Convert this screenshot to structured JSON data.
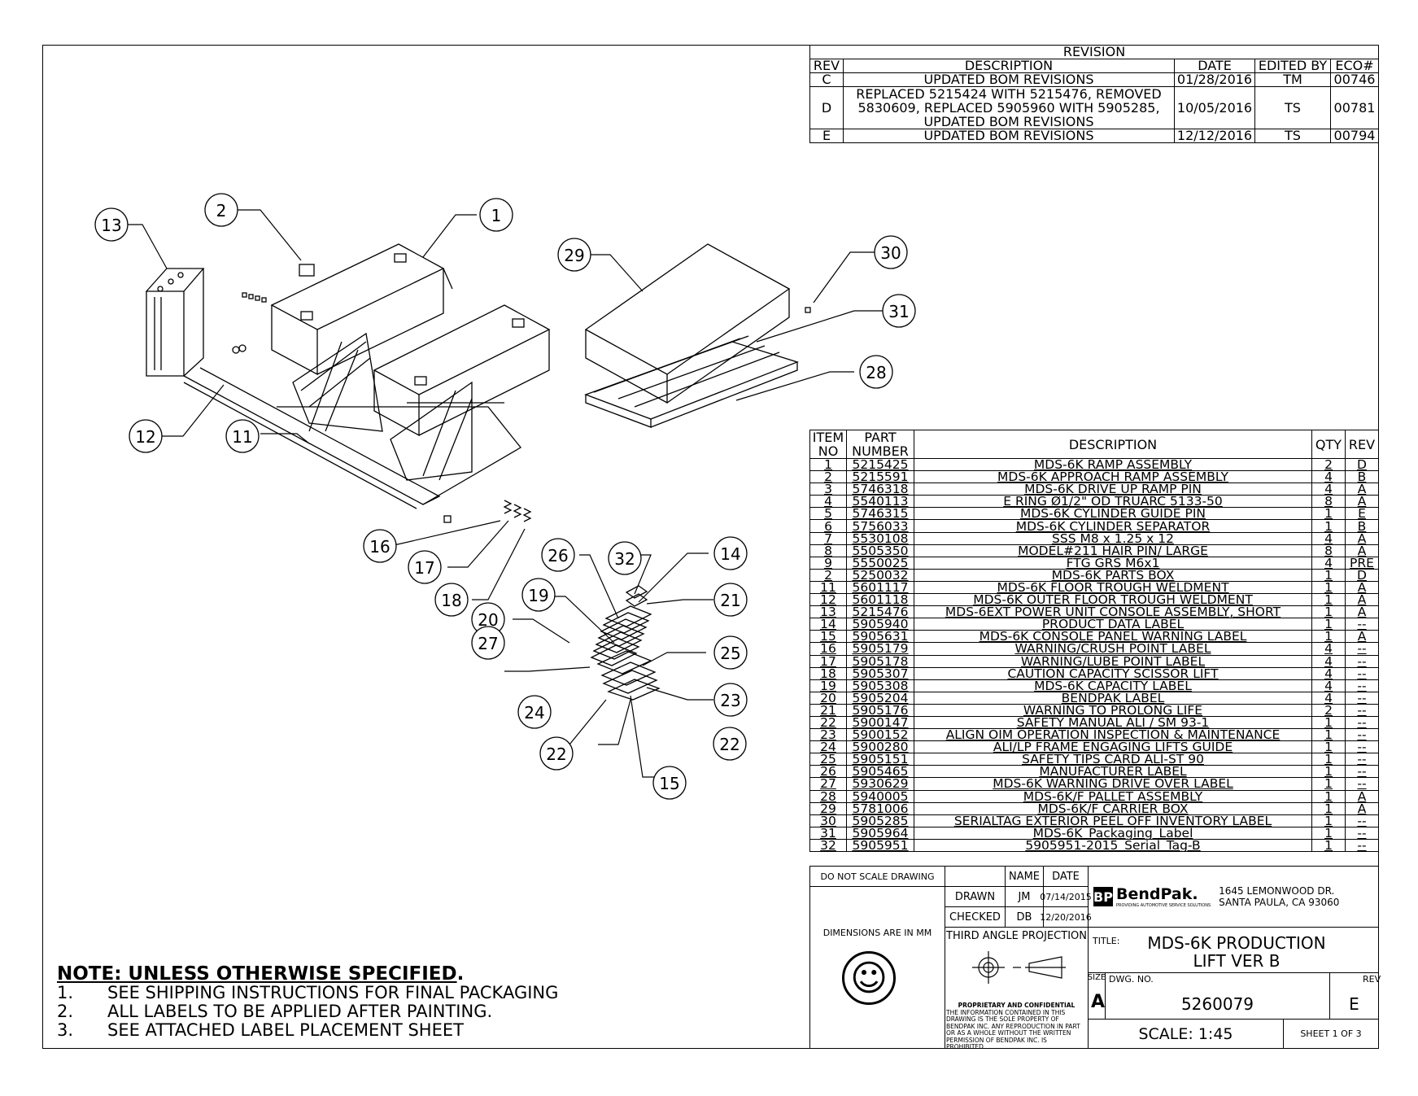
{
  "revision": {
    "title": "REVISION",
    "headers": {
      "rev": "REV",
      "description": "DESCRIPTION",
      "date": "DATE",
      "edited_by": "EDITED BY",
      "eco": "ECO#"
    },
    "rows": [
      {
        "rev": "C",
        "description": "UPDATED BOM REVISIONS",
        "date": "01/28/2016",
        "edited_by": "TM",
        "eco": "00746"
      },
      {
        "rev": "D",
        "description": "REPLACED 5215424 WITH 5215476, REMOVED 5830609, REPLACED 5905960 WITH 5905285, UPDATED BOM REVISIONS",
        "date": "10/05/2016",
        "edited_by": "TS",
        "eco": "00781"
      },
      {
        "rev": "E",
        "description": "UPDATED BOM REVISIONS",
        "date": "12/12/2016",
        "edited_by": "TS",
        "eco": "00794"
      }
    ]
  },
  "bom": {
    "headers": {
      "item_no_1": "ITEM",
      "item_no_2": "NO",
      "part_1": "PART",
      "part_2": "NUMBER",
      "description": "DESCRIPTION",
      "qty": "QTY",
      "rev": "REV"
    },
    "rows": [
      {
        "item": "1",
        "part": "5215425",
        "description": "MDS-6K RAMP ASSEMBLY",
        "qty": "2",
        "rev": "D"
      },
      {
        "item": "2",
        "part": "5215591",
        "description": "MDS-6K APPROACH RAMP ASSEMBLY",
        "qty": "4",
        "rev": "B"
      },
      {
        "item": "3",
        "part": "5746318",
        "description": "MDS-6K DRIVE UP RAMP PIN",
        "qty": "4",
        "rev": "A"
      },
      {
        "item": "4",
        "part": "5540113",
        "description": "E RING Ø1/2\" OD TRUARC 5133-50",
        "qty": "8",
        "rev": "A"
      },
      {
        "item": "5",
        "part": "5746315",
        "description": "MDS-6K CYLINDER GUIDE PIN",
        "qty": "1",
        "rev": "E"
      },
      {
        "item": "6",
        "part": "5756033",
        "description": "MDS-6K CYLINDER SEPARATOR",
        "qty": "1",
        "rev": "B"
      },
      {
        "item": "7",
        "part": "5530108",
        "description": "SSS M8 x 1.25 x 12",
        "qty": "4",
        "rev": "A"
      },
      {
        "item": "8",
        "part": "5505350",
        "description": "MODEL#211 HAIR PIN/ LARGE",
        "qty": "8",
        "rev": "A"
      },
      {
        "item": "9",
        "part": "5550025",
        "description": "FTG GRS M6x1",
        "qty": "4",
        "rev": "PRE"
      },
      {
        "item": "2",
        "part": "5250032",
        "description": "MDS-6K PARTS BOX",
        "qty": "1",
        "rev": "D"
      },
      {
        "item": "11",
        "part": "5601117",
        "description": "MDS-6K FLOOR TROUGH WELDMENT",
        "qty": "1",
        "rev": "A"
      },
      {
        "item": "12",
        "part": "5601118",
        "description": "MDS-6K OUTER FLOOR TROUGH WELDMENT",
        "qty": "1",
        "rev": "A"
      },
      {
        "item": "13",
        "part": "5215476",
        "description": "MDS-6EXT POWER UNIT CONSOLE ASSEMBLY, SHORT",
        "qty": "1",
        "rev": "A"
      },
      {
        "item": "14",
        "part": "5905940",
        "description": "PRODUCT DATA LABEL",
        "qty": "1",
        "rev": "--"
      },
      {
        "item": "15",
        "part": "5905631",
        "description": "MDS-6K CONSOLE PANEL WARNING LABEL",
        "qty": "1",
        "rev": "A"
      },
      {
        "item": "16",
        "part": "5905179",
        "description": "WARNING/CRUSH POINT LABEL",
        "qty": "4",
        "rev": "--"
      },
      {
        "item": "17",
        "part": "5905178",
        "description": "WARNING/LUBE POINT LABEL",
        "qty": "4",
        "rev": "--"
      },
      {
        "item": "18",
        "part": "5905307",
        "description": "CAUTION CAPACITY SCISSOR LIFT",
        "qty": "4",
        "rev": "--"
      },
      {
        "item": "19",
        "part": "5905308",
        "description": "MDS-6K CAPACITY LABEL",
        "qty": "4",
        "rev": "--"
      },
      {
        "item": "20",
        "part": "5905204",
        "description": "BENDPAK LABEL",
        "qty": "4",
        "rev": "--"
      },
      {
        "item": "21",
        "part": "5905176",
        "description": "WARNING TO PROLONG LIFE",
        "qty": "2",
        "rev": "--"
      },
      {
        "item": "22",
        "part": "5900147",
        "description": "SAFETY MANUAL ALI / SM 93-1",
        "qty": "1",
        "rev": "--"
      },
      {
        "item": "23",
        "part": "5900152",
        "description": "ALIGN OIM OPERATION INSPECTION & MAINTENANCE",
        "qty": "1",
        "rev": "--"
      },
      {
        "item": "24",
        "part": "5900280",
        "description": "ALI/LP FRAME ENGAGING LIFTS GUIDE",
        "qty": "1",
        "rev": "--"
      },
      {
        "item": "25",
        "part": "5905151",
        "description": "SAFETY TIPS CARD ALI-ST 90",
        "qty": "1",
        "rev": "--"
      },
      {
        "item": "26",
        "part": "5905465",
        "description": "MANUFACTURER LABEL",
        "qty": "1",
        "rev": "--"
      },
      {
        "item": "27",
        "part": "5930629",
        "description": "MDS-6K WARNING DRIVE OVER LABEL",
        "qty": "1",
        "rev": "--"
      },
      {
        "item": "28",
        "part": "5940005",
        "description": "MDS-6K/F PALLET ASSEMBLY",
        "qty": "1",
        "rev": "A"
      },
      {
        "item": "29",
        "part": "5781006",
        "description": "MDS-6K/F CARRIER BOX",
        "qty": "1",
        "rev": "A"
      },
      {
        "item": "30",
        "part": "5905285",
        "description": "SERIALTAG EXTERIOR PEEL OFF INVENTORY LABEL",
        "qty": "1",
        "rev": "--"
      },
      {
        "item": "31",
        "part": "5905964",
        "description": "MDS-6K_Packaging_Label",
        "qty": "1",
        "rev": "--"
      },
      {
        "item": "32",
        "part": "5905951",
        "description": "5905951-2015_Serial_Tag-B",
        "qty": "1",
        "rev": "--"
      }
    ]
  },
  "title_block": {
    "do_not_scale": "DO NOT SCALE DRAWING",
    "name_header": "NAME",
    "date_header": "DATE",
    "drawn_label": "DRAWN",
    "drawn_name": "JM",
    "drawn_date": "07/14/2015",
    "checked_label": "CHECKED",
    "checked_name": "DB",
    "checked_date": "12/20/2016",
    "dimensions": "DIMENSIONS ARE IN MM",
    "projection": "THIRD ANGLE PROJECTION",
    "proprietary_title": "PROPRIETARY AND CONFIDENTIAL",
    "proprietary_text": "THE INFORMATION CONTAINED IN THIS DRAWING IS THE SOLE PROPERTY OF BENDPAK INC. ANY REPRODUCTION IN PART OR AS A WHOLE WITHOUT THE WRITTEN PERMISSION OF BENDPAK INC. IS PROHIBITED.",
    "company_name": "BendPak.",
    "company_tagline": "PROVIDING AUTOMOTIVE SERVICE SOLUTIONS",
    "address_1": "1645 LEMONWOOD DR.",
    "address_2": "SANTA PAULA, CA 93060",
    "title_label": "TITLE:",
    "title_1": "MDS-6K PRODUCTION",
    "title_2": "LIFT VER B",
    "size_label": "SIZE",
    "size": "A",
    "dwg_label": "DWG. NO.",
    "dwg_no": "5260079",
    "rev_label": "REV",
    "rev": "E",
    "scale": "SCALE: 1:45",
    "sheet": "SHEET 1 OF 3"
  },
  "note": {
    "heading": "NOTE: UNLESS OTHERWISE SPECIFIED",
    "items": [
      {
        "n": "1.",
        "text": "SEE SHIPPING INSTRUCTIONS FOR FINAL PACKAGING"
      },
      {
        "n": "2.",
        "text": "ALL LABELS TO BE APPLIED AFTER PAINTING."
      },
      {
        "n": "3.",
        "text": "SEE ATTACHED LABEL PLACEMENT SHEET"
      }
    ]
  },
  "balloons": [
    "1",
    "2",
    "11",
    "12",
    "13",
    "14",
    "15",
    "16",
    "17",
    "18",
    "19",
    "20",
    "21",
    "22",
    "22",
    "23",
    "24",
    "25",
    "26",
    "27",
    "28",
    "29",
    "30",
    "31",
    "32"
  ]
}
